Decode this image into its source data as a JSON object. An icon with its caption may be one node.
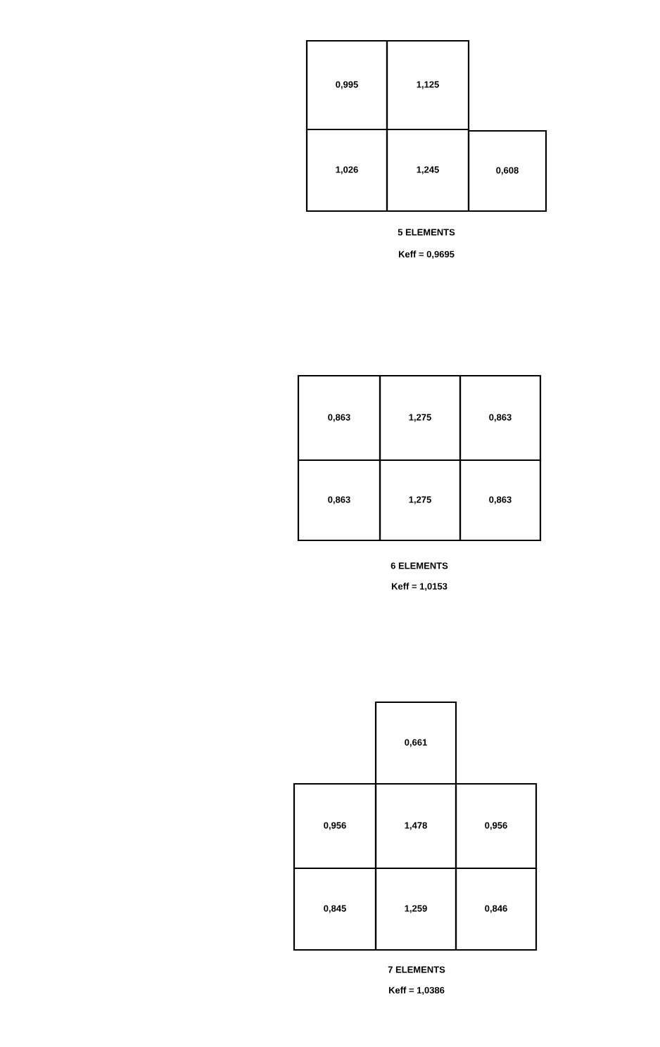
{
  "diagram": {
    "nodes": [
      {
        "text": [
          "0,995"
        ]
      },
      {
        "text": [
          "1,125"
        ]
      },
      {
        "text": [
          "1,026"
        ]
      },
      {
        "text": [
          "1,245"
        ]
      },
      {
        "text": [
          "0,608"
        ]
      },
      {
        "text": [
          "0,863"
        ]
      },
      {
        "text": [
          "1,275"
        ]
      },
      {
        "text": [
          "0,863"
        ]
      },
      {
        "text": [
          "0,863"
        ]
      },
      {
        "text": [
          "1,275"
        ]
      },
      {
        "text": [
          "0,863"
        ]
      },
      {
        "text": [
          "0,661"
        ]
      },
      {
        "text": [
          "0,956"
        ]
      },
      {
        "text": [
          "1,478"
        ]
      },
      {
        "text": [
          "0,956"
        ]
      },
      {
        "text": [
          "0,845"
        ]
      },
      {
        "text": [
          "1,259"
        ]
      },
      {
        "text": [
          "0,846"
        ]
      }
    ],
    "labels": [
      "5 ELEMENTS",
      "Keff = 0,9695",
      "6 ELEMENTS",
      "Keff = 1,0153",
      "7 ELEMENTS",
      "Keff = 1,0386"
    ]
  }
}
